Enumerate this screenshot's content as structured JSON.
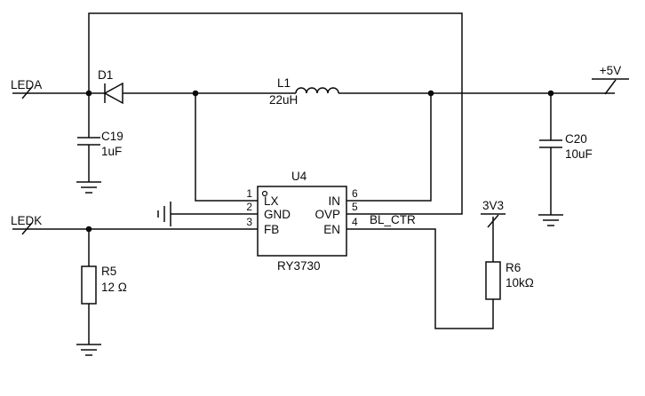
{
  "nets": {
    "leda": "LEDA",
    "ledk": "LEDK",
    "plus5v": "+5V",
    "v3v3": "3V3",
    "bl_ctr": "BL_CTR"
  },
  "components": {
    "d1": {
      "ref": "D1"
    },
    "l1": {
      "ref": "L1",
      "value": "22uH"
    },
    "c19": {
      "ref": "C19",
      "value": "1uF"
    },
    "c20": {
      "ref": "C20",
      "value": "10uF"
    },
    "r5": {
      "ref": "R5",
      "value": "12 Ω"
    },
    "r6": {
      "ref": "R6",
      "value": "10kΩ"
    },
    "u4": {
      "ref": "U4",
      "part": "RY3730",
      "pins": {
        "p1": {
          "num": "1",
          "name": "LX"
        },
        "p2": {
          "num": "2",
          "name": "GND"
        },
        "p3": {
          "num": "3",
          "name": "FB"
        },
        "p4": {
          "num": "4",
          "name": "EN"
        },
        "p5": {
          "num": "5",
          "name": "OVP"
        },
        "p6": {
          "num": "6",
          "name": "IN"
        }
      }
    }
  }
}
